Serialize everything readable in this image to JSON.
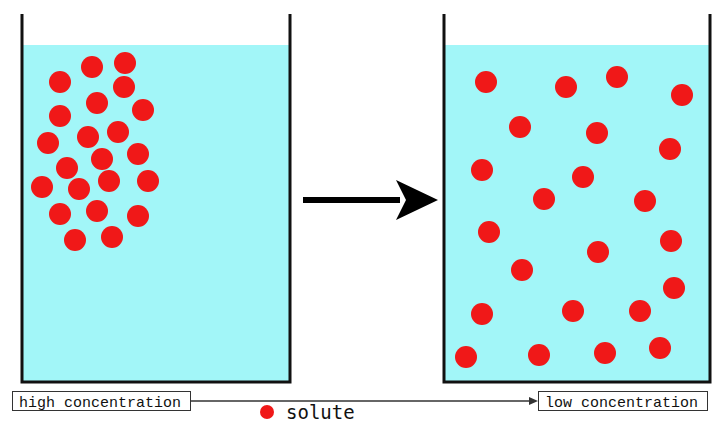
{
  "diagram": {
    "nodes": [
      {
        "text": [
          "high concentration"
        ]
      },
      {
        "text": [
          "low concentration"
        ]
      }
    ],
    "edges": [
      {
        "from": 0,
        "to": 1,
        "arrow": "to"
      }
    ],
    "legend": [
      {
        "text": "solute",
        "color": "#f01818"
      }
    ]
  }
}
